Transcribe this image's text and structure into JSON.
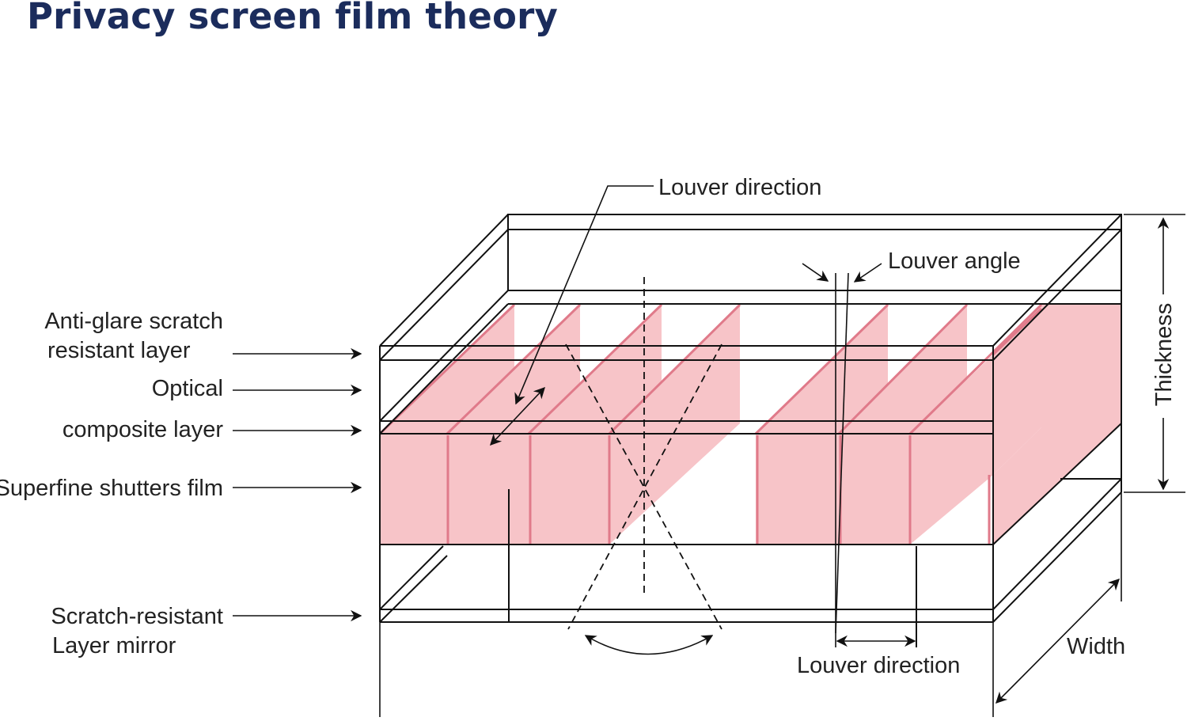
{
  "title": "Privacy screen film theory",
  "colors": {
    "title": "#1b2c5c",
    "louver": "#f7c4c8",
    "louver_edge": "#e07a8a",
    "line": "#111111"
  },
  "labels": {
    "anti_glare_1": "Anti-glare scratch",
    "anti_glare_2": "resistant layer",
    "optical": "Optical",
    "composite": "composite layer",
    "shutters": "Superfine shutters film",
    "scratch_1": "Scratch-resistant",
    "scratch_2": "Layer mirror",
    "louver_direction_top": "Louver direction",
    "louver_angle": "Louver angle",
    "louver_direction_bottom": "Louver direction",
    "thickness": "Thickness",
    "width": "Width"
  }
}
